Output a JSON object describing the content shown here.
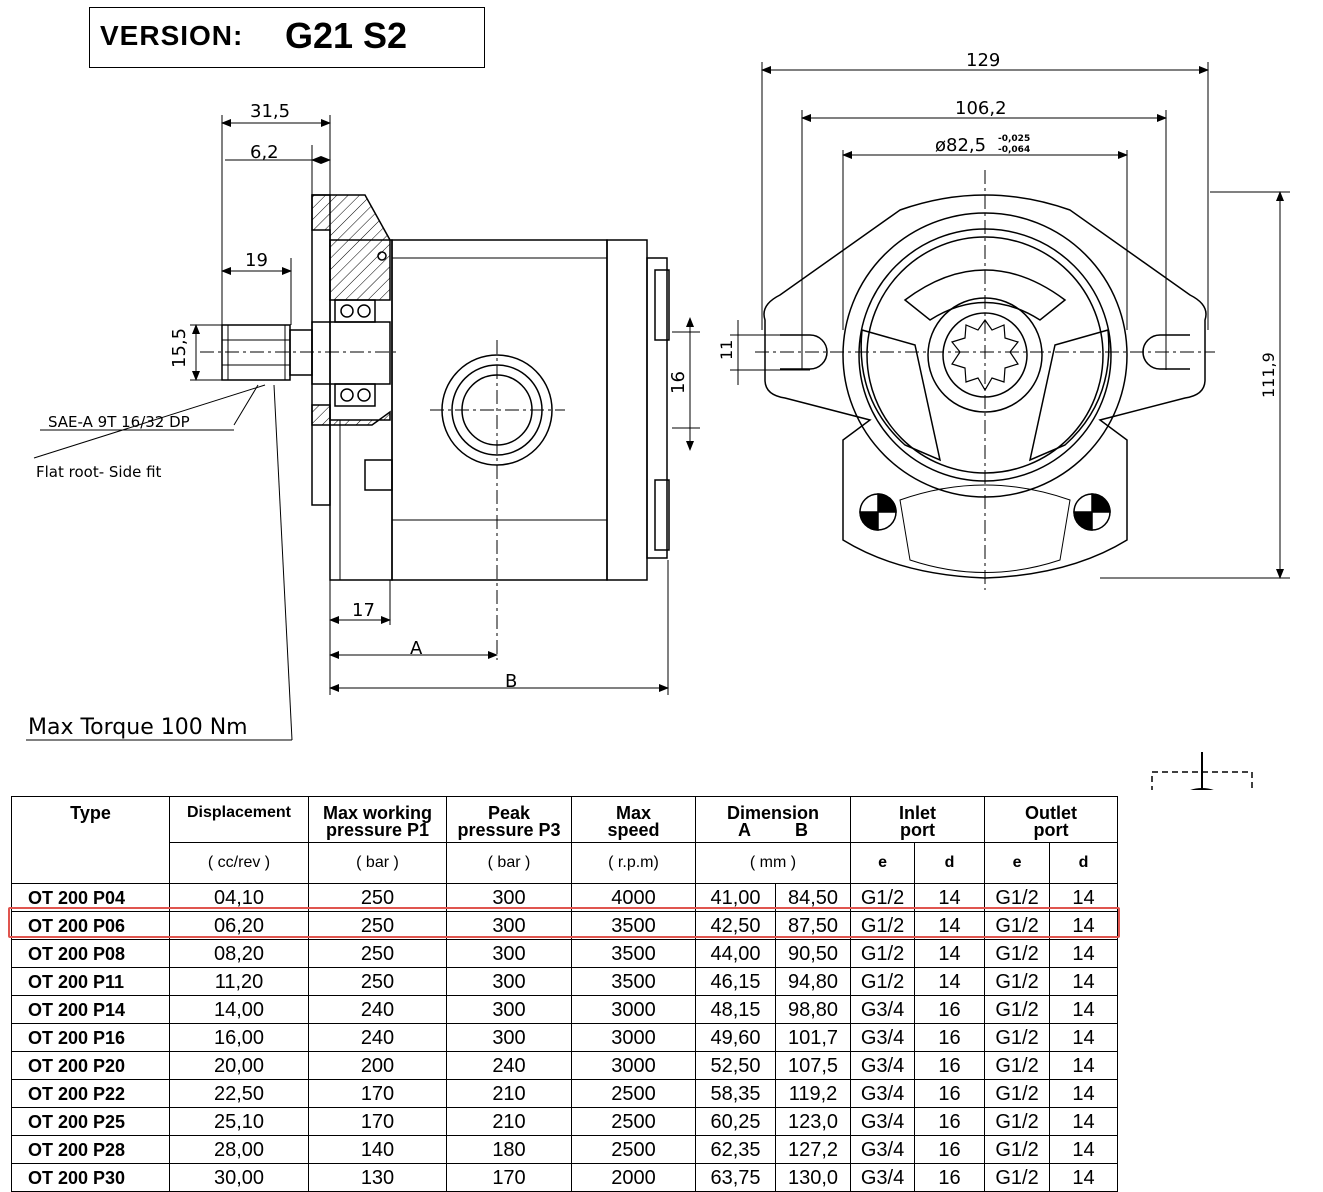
{
  "version": {
    "label": "VERSION:",
    "value": "G21 S2"
  },
  "side_view": {
    "dim_31_5": "31,5",
    "dim_6_2": "6,2",
    "dim_19": "19",
    "dim_15_5": "15,5",
    "dim_16": "16",
    "dim_17": "17",
    "dim_A": "A",
    "dim_B": "B",
    "spline_note": "SAE-A 9T 16/32 DP",
    "fit_note": "Flat root- Side fit",
    "torque_note": "Max Torque 100 Nm"
  },
  "front_view": {
    "dim_129": "129",
    "dim_106_2": "106,2",
    "dim_82_5": "ø82,5",
    "tol_upper": "-0,025",
    "tol_lower": "-0,064",
    "dim_11": "11",
    "dim_111_9": "111,9"
  },
  "port_detail": {
    "label_d": "d",
    "label_e": "e"
  },
  "table": {
    "headers": {
      "type": "Type",
      "displacement": "Displacement",
      "max_pressure": "Max working pressure P1",
      "peak_pressure": "Peak pressure P3",
      "max_speed": "Max speed",
      "dimension": "Dimension",
      "dim_a": "A",
      "dim_b": "B",
      "inlet": "Inlet port",
      "outlet": "Outlet port",
      "e": "e",
      "d": "d"
    },
    "units": {
      "displacement": "( cc/rev )",
      "pressure": "( bar )",
      "peak": "( bar )",
      "speed": "( r.p.m)",
      "dimension": "( mm )"
    },
    "rows": [
      [
        "OT 200 P04",
        "04,10",
        "250",
        "300",
        "4000",
        "41,00",
        "84,50",
        "G1/2",
        "14",
        "G1/2",
        "14"
      ],
      [
        "OT 200 P06",
        "06,20",
        "250",
        "300",
        "3500",
        "42,50",
        "87,50",
        "G1/2",
        "14",
        "G1/2",
        "14"
      ],
      [
        "OT 200 P08",
        "08,20",
        "250",
        "300",
        "3500",
        "44,00",
        "90,50",
        "G1/2",
        "14",
        "G1/2",
        "14"
      ],
      [
        "OT 200 P11",
        "11,20",
        "250",
        "300",
        "3500",
        "46,15",
        "94,80",
        "G1/2",
        "14",
        "G1/2",
        "14"
      ],
      [
        "OT 200 P14",
        "14,00",
        "240",
        "300",
        "3000",
        "48,15",
        "98,80",
        "G3/4",
        "16",
        "G1/2",
        "14"
      ],
      [
        "OT 200 P16",
        "16,00",
        "240",
        "300",
        "3000",
        "49,60",
        "101,7",
        "G3/4",
        "16",
        "G1/2",
        "14"
      ],
      [
        "OT 200 P20",
        "20,00",
        "200",
        "240",
        "3000",
        "52,50",
        "107,5",
        "G3/4",
        "16",
        "G1/2",
        "14"
      ],
      [
        "OT 200 P22",
        "22,50",
        "170",
        "210",
        "2500",
        "58,35",
        "119,2",
        "G3/4",
        "16",
        "G1/2",
        "14"
      ],
      [
        "OT 200 P25",
        "25,10",
        "170",
        "210",
        "2500",
        "60,25",
        "123,0",
        "G3/4",
        "16",
        "G1/2",
        "14"
      ],
      [
        "OT 200 P28",
        "28,00",
        "140",
        "180",
        "2500",
        "62,35",
        "127,2",
        "G3/4",
        "16",
        "G1/2",
        "14"
      ],
      [
        "OT 200 P30",
        "30,00",
        "130",
        "170",
        "2000",
        "63,75",
        "130,0",
        "G3/4",
        "16",
        "G1/2",
        "14"
      ]
    ],
    "highlighted_row": "OT 200 P06",
    "highlight_color": "#e0554f"
  }
}
